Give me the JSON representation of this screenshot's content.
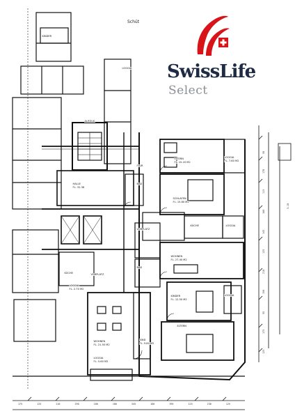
{
  "header": {
    "note": "Schüt"
  },
  "brand": {
    "name": "SwissLife",
    "tagline": "Select",
    "colors": {
      "red": "#d7141a",
      "navy": "#1f2a44",
      "grey": "#8a8f96"
    }
  },
  "rooms": {
    "kinder_top": "KINDER",
    "loggia_top": "LOGGIA",
    "eltern": "ELTERN",
    "eltern_area": "FL. 15.20 M2",
    "loggia_right": "LOGGIA",
    "loggia_right_area": "FL. 7.80 M2",
    "schlafen": "SCHLAFEN",
    "schlafen_area": "FL. 15.60 M2",
    "halle": "HALLE",
    "halle_area": "FL. 31.36",
    "bad": "BAD",
    "kueche_right": "KÜCHE",
    "vorplatz": "VORPLATZ",
    "loggia_mid": "LOGGIA",
    "wohnen_right": "WOHNEN",
    "wohnen_right_area": "FL. 27.40 M2",
    "bad2": "BAD",
    "kueche_left": "KÜCHE",
    "vorplatz_left": "VORPLATZ",
    "loggia_left": "LOGGIA",
    "loggia_left_area": "FL. 2.70 M2",
    "kinder_right": "KINDER",
    "kinder_right_area": "FL. 12.50 M2",
    "loggia_lower": "LOGGIA",
    "eltern_lower": "ELTERN",
    "wohnen_bottom": "WOHNEN",
    "wohnen_bottom_area": "FL. 21.50 M2",
    "kind": "KIND",
    "kind_area": "FL. 9.80 M2",
    "loggia_bottom": "LOGGIA",
    "loggia_bottom_area": "FL. 5.60 M2",
    "aufzug": "AUFZUG",
    "flur": "FLUR"
  },
  "dimensions": {
    "bottom": [
      "175",
      "125",
      "210",
      "290",
      "180",
      "100",
      "345",
      "160",
      "395",
      "125",
      "230",
      "125"
    ],
    "right": [
      "50",
      "178",
      "113",
      "160",
      "145",
      "125",
      "210",
      "190",
      "95",
      "175",
      "125"
    ],
    "right_total": "3.10"
  }
}
